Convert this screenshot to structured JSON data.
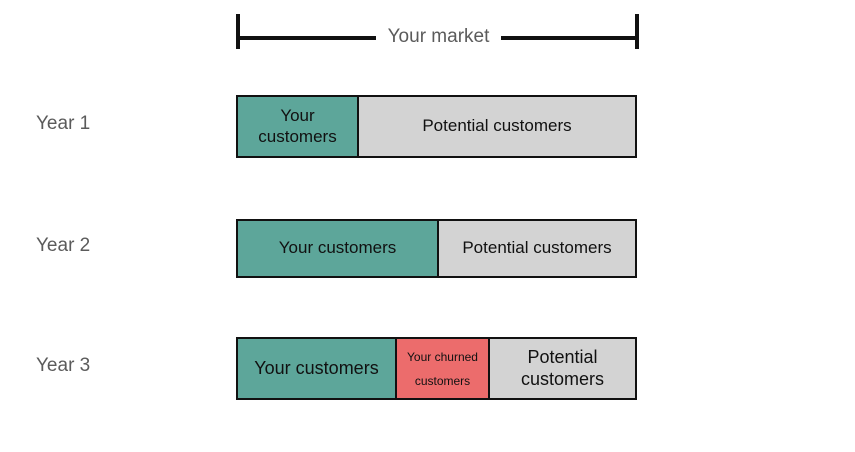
{
  "diagram": {
    "title": "Your market",
    "bracket": {
      "label": "Your market"
    },
    "colors": {
      "customers": "#5da69a",
      "churned": "#ec6c6c",
      "potential": "#d3d3d3",
      "outline": "#111111",
      "label_text": "#5b5b5b",
      "segment_text": "#111111",
      "background": "#ffffff"
    },
    "rows": [
      {
        "label": "Year 1",
        "segments": [
          {
            "name": "your-customers",
            "text": "Your\ncustomers"
          },
          {
            "name": "potential-customers",
            "text": "Potential customers"
          }
        ]
      },
      {
        "label": "Year 2",
        "segments": [
          {
            "name": "your-customers",
            "text": "Your customers"
          },
          {
            "name": "potential-customers",
            "text": "Potential customers"
          }
        ]
      },
      {
        "label": "Year 3",
        "segments": [
          {
            "name": "your-customers",
            "text": "Your customers"
          },
          {
            "name": "your-churned-customers",
            "text": "Your churned\ncustomers"
          },
          {
            "name": "potential-customers",
            "text": "Potential\ncustomers"
          }
        ]
      }
    ]
  }
}
